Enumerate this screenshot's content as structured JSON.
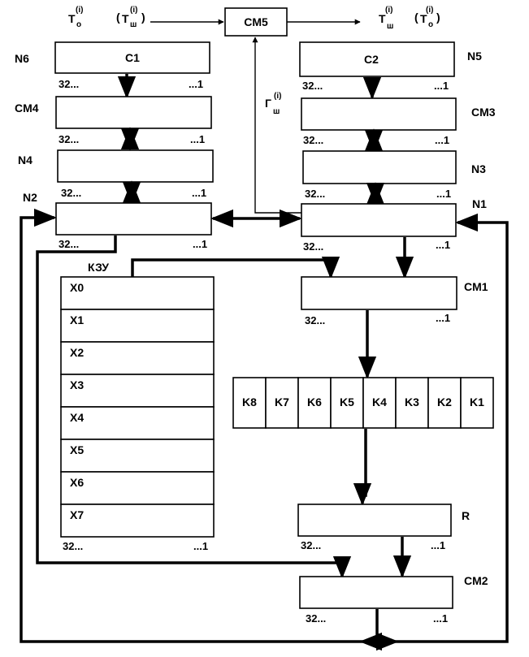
{
  "blocks": {
    "c1": "C1",
    "c2": "C2",
    "cm5": "CM5",
    "cm1": "CM1",
    "cm2": "CM2",
    "cm3": "CM3",
    "cm4": "CM4",
    "n1": "N1",
    "n2": "N2",
    "n3": "N3",
    "n4": "N4",
    "n5": "N5",
    "n6": "N6",
    "r": "R",
    "kzu": "КЗУ"
  },
  "bit_range": {
    "high": "32...",
    "low": "...1"
  },
  "inputs": {
    "t_main": "T",
    "sub_o": "о",
    "sub_sh": "ш",
    "sup_i": "(i)",
    "paren_open": "(",
    "paren_close": ")",
    "gamma": "Г"
  },
  "memory_cells": [
    "X0",
    "X1",
    "X2",
    "X3",
    "X4",
    "X5",
    "X6",
    "X7"
  ],
  "key_cells": [
    "K8",
    "K7",
    "K6",
    "K5",
    "K4",
    "K3",
    "K2",
    "K1"
  ]
}
